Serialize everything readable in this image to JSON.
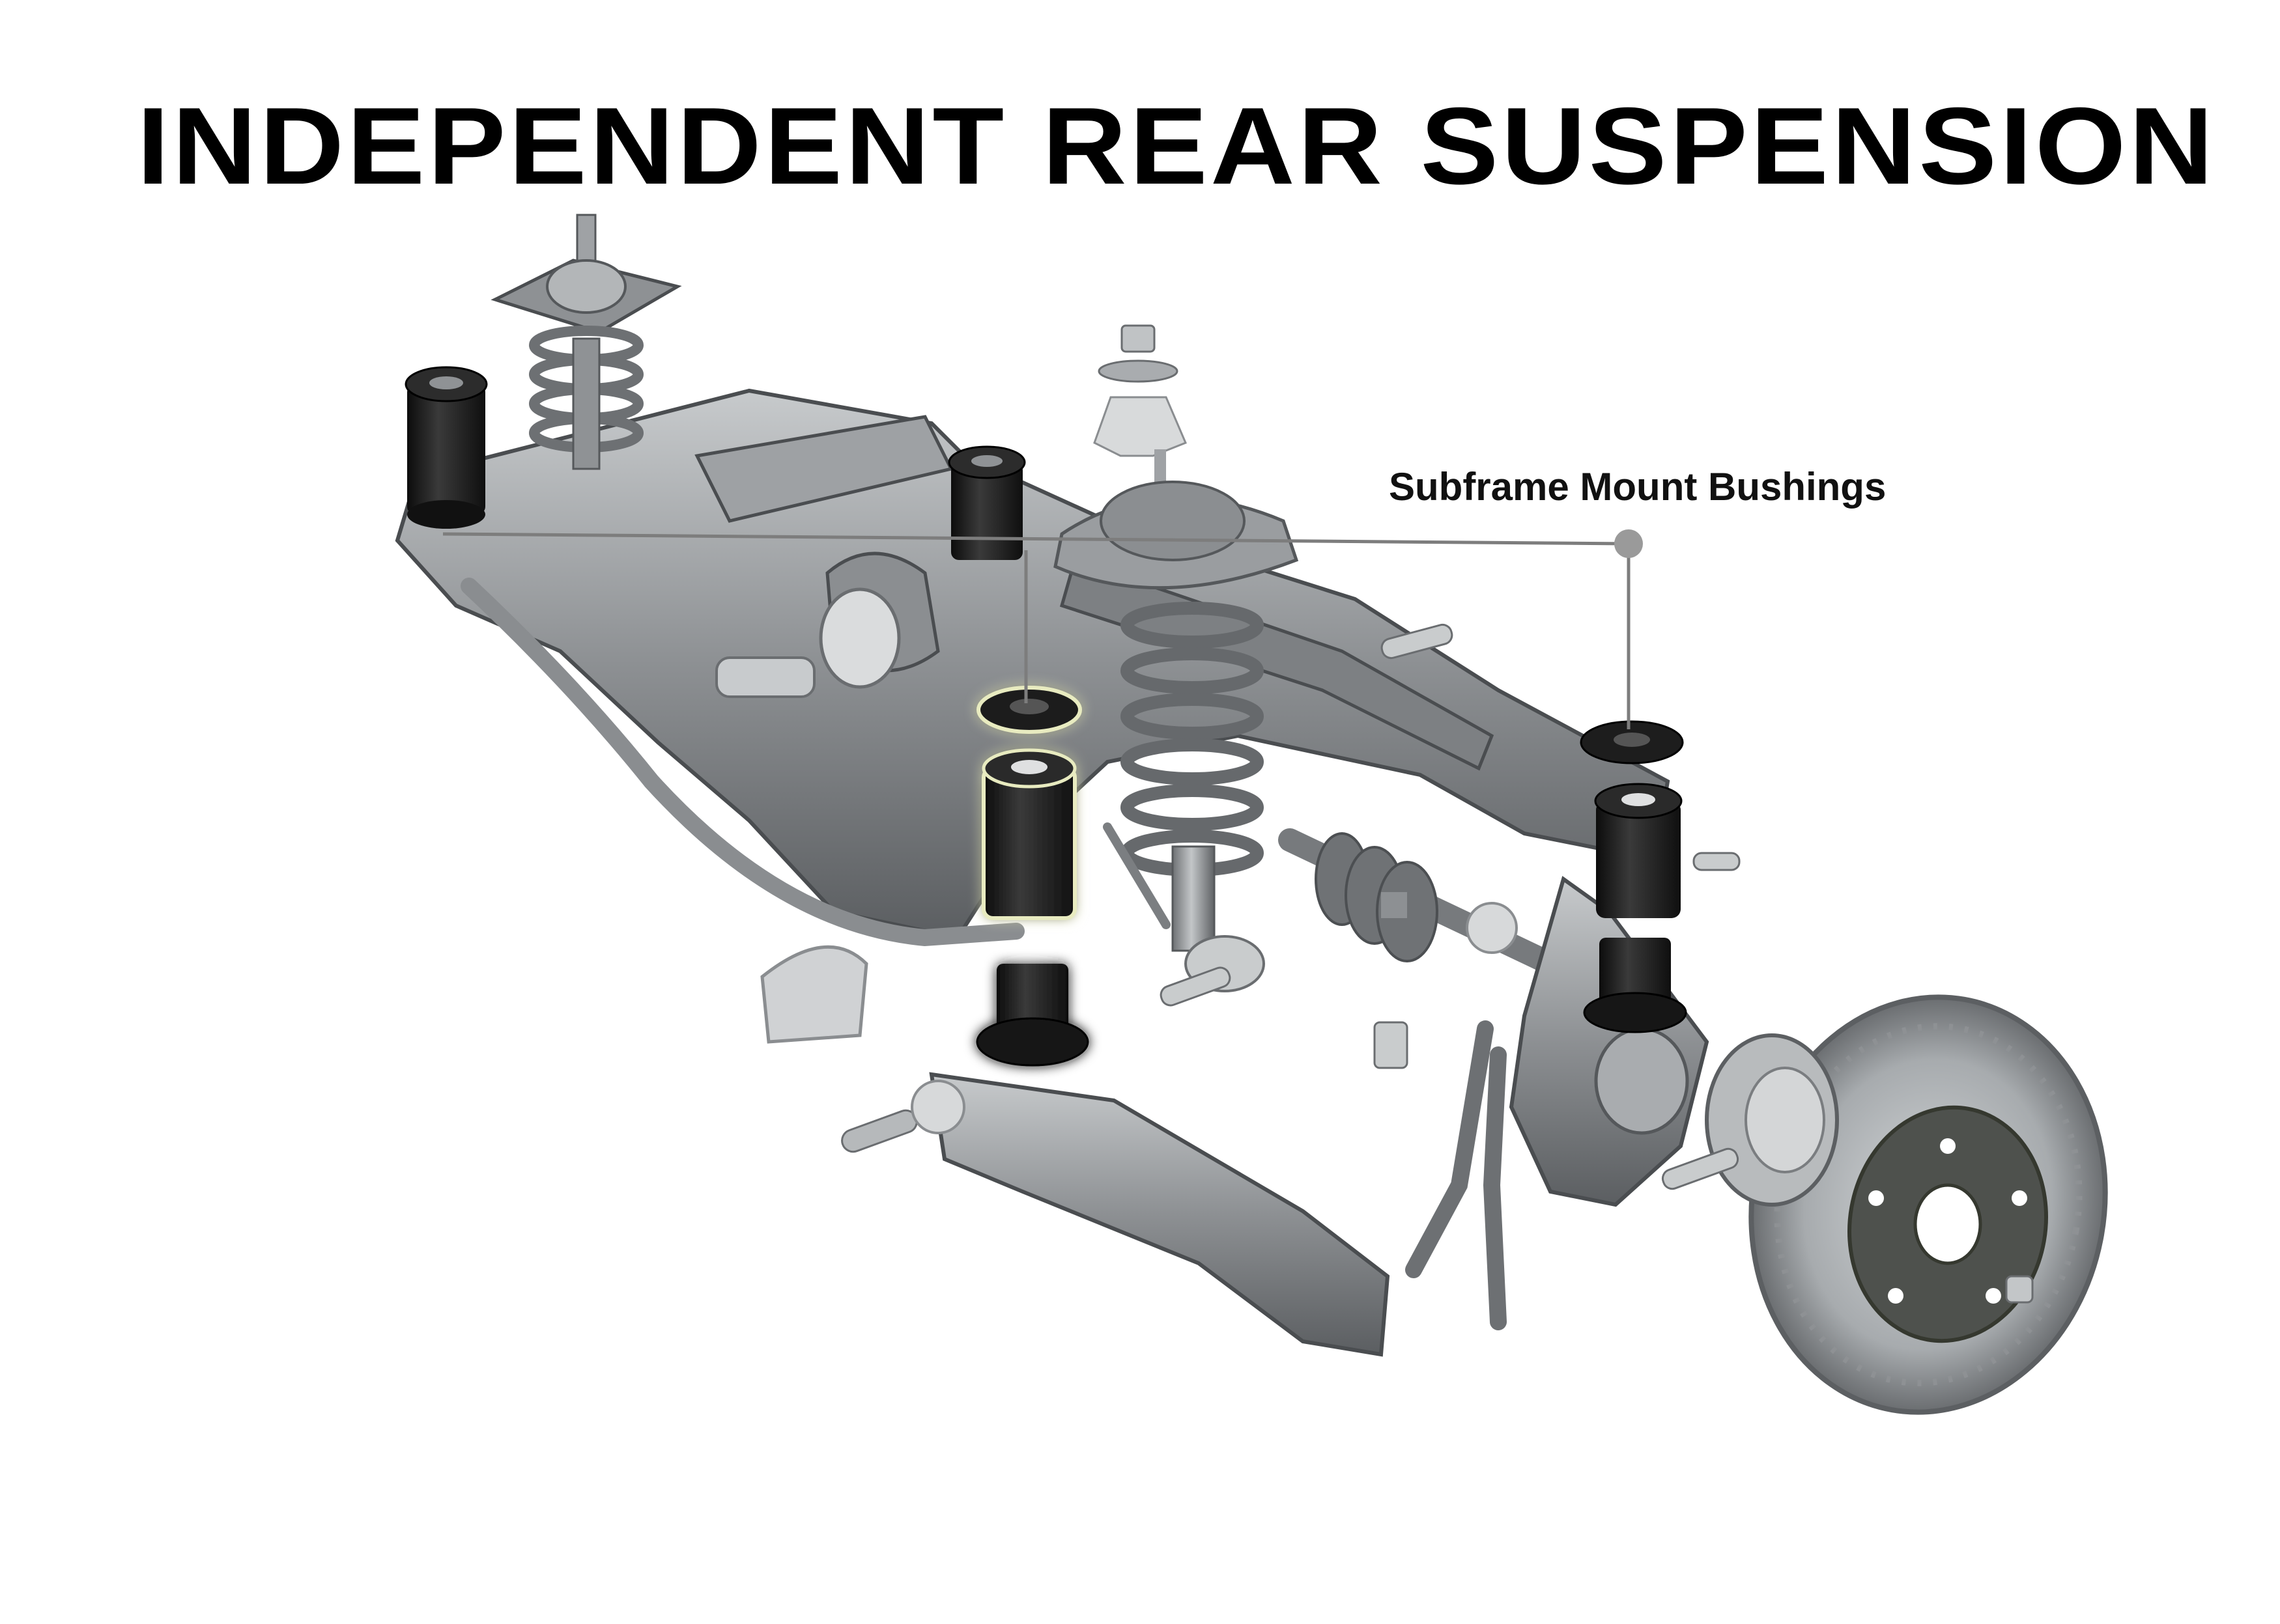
{
  "title": "INDEPENDENT REAR SUSPENSION",
  "callout": {
    "label": "Subframe Mount Bushings"
  },
  "colors": {
    "background": "#ffffff",
    "title": "#000000",
    "metal_light": "#b9bcbf",
    "metal_mid": "#8a8d90",
    "metal_dark": "#55585b",
    "bushing_black": "#1a1a1a",
    "bushing_glow": "#e8ebc0",
    "leader_line": "#7d7d7d"
  },
  "components": [
    {
      "name": "subframe",
      "icon": "subframe-icon"
    },
    {
      "name": "coilover",
      "icon": "coil-spring-icon"
    },
    {
      "name": "trailing-arm",
      "icon": "trailing-arm-icon"
    },
    {
      "name": "brake-rotor",
      "icon": "brake-rotor-icon"
    },
    {
      "name": "hub-knuckle",
      "icon": "knuckle-icon"
    },
    {
      "name": "sway-bar",
      "icon": "sway-bar-icon"
    },
    {
      "name": "drive-shaft",
      "icon": "cv-axle-icon"
    },
    {
      "name": "subframe-bushings",
      "icon": "bushing-icon"
    }
  ]
}
